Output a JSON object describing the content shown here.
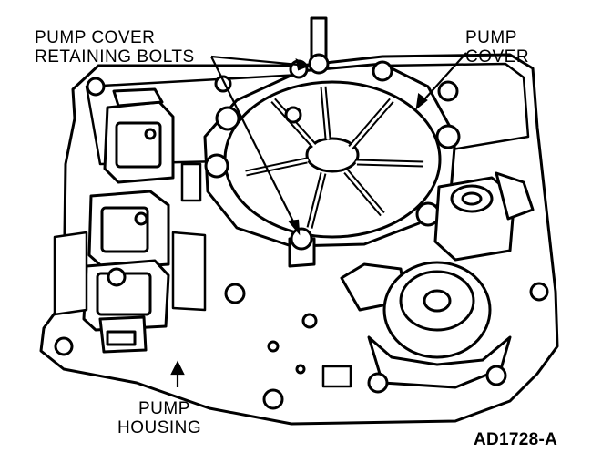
{
  "labels": {
    "pump_cover_bolts": [
      "PUMP COVER",
      "RETAINING BOLTS"
    ],
    "pump_cover": [
      "PUMP",
      "COVER"
    ],
    "pump_housing": [
      "PUMP",
      "HOUSING"
    ]
  },
  "figure_id": "AD1728-A",
  "colors": {
    "ink": "#000000",
    "paper": "#ffffff"
  }
}
